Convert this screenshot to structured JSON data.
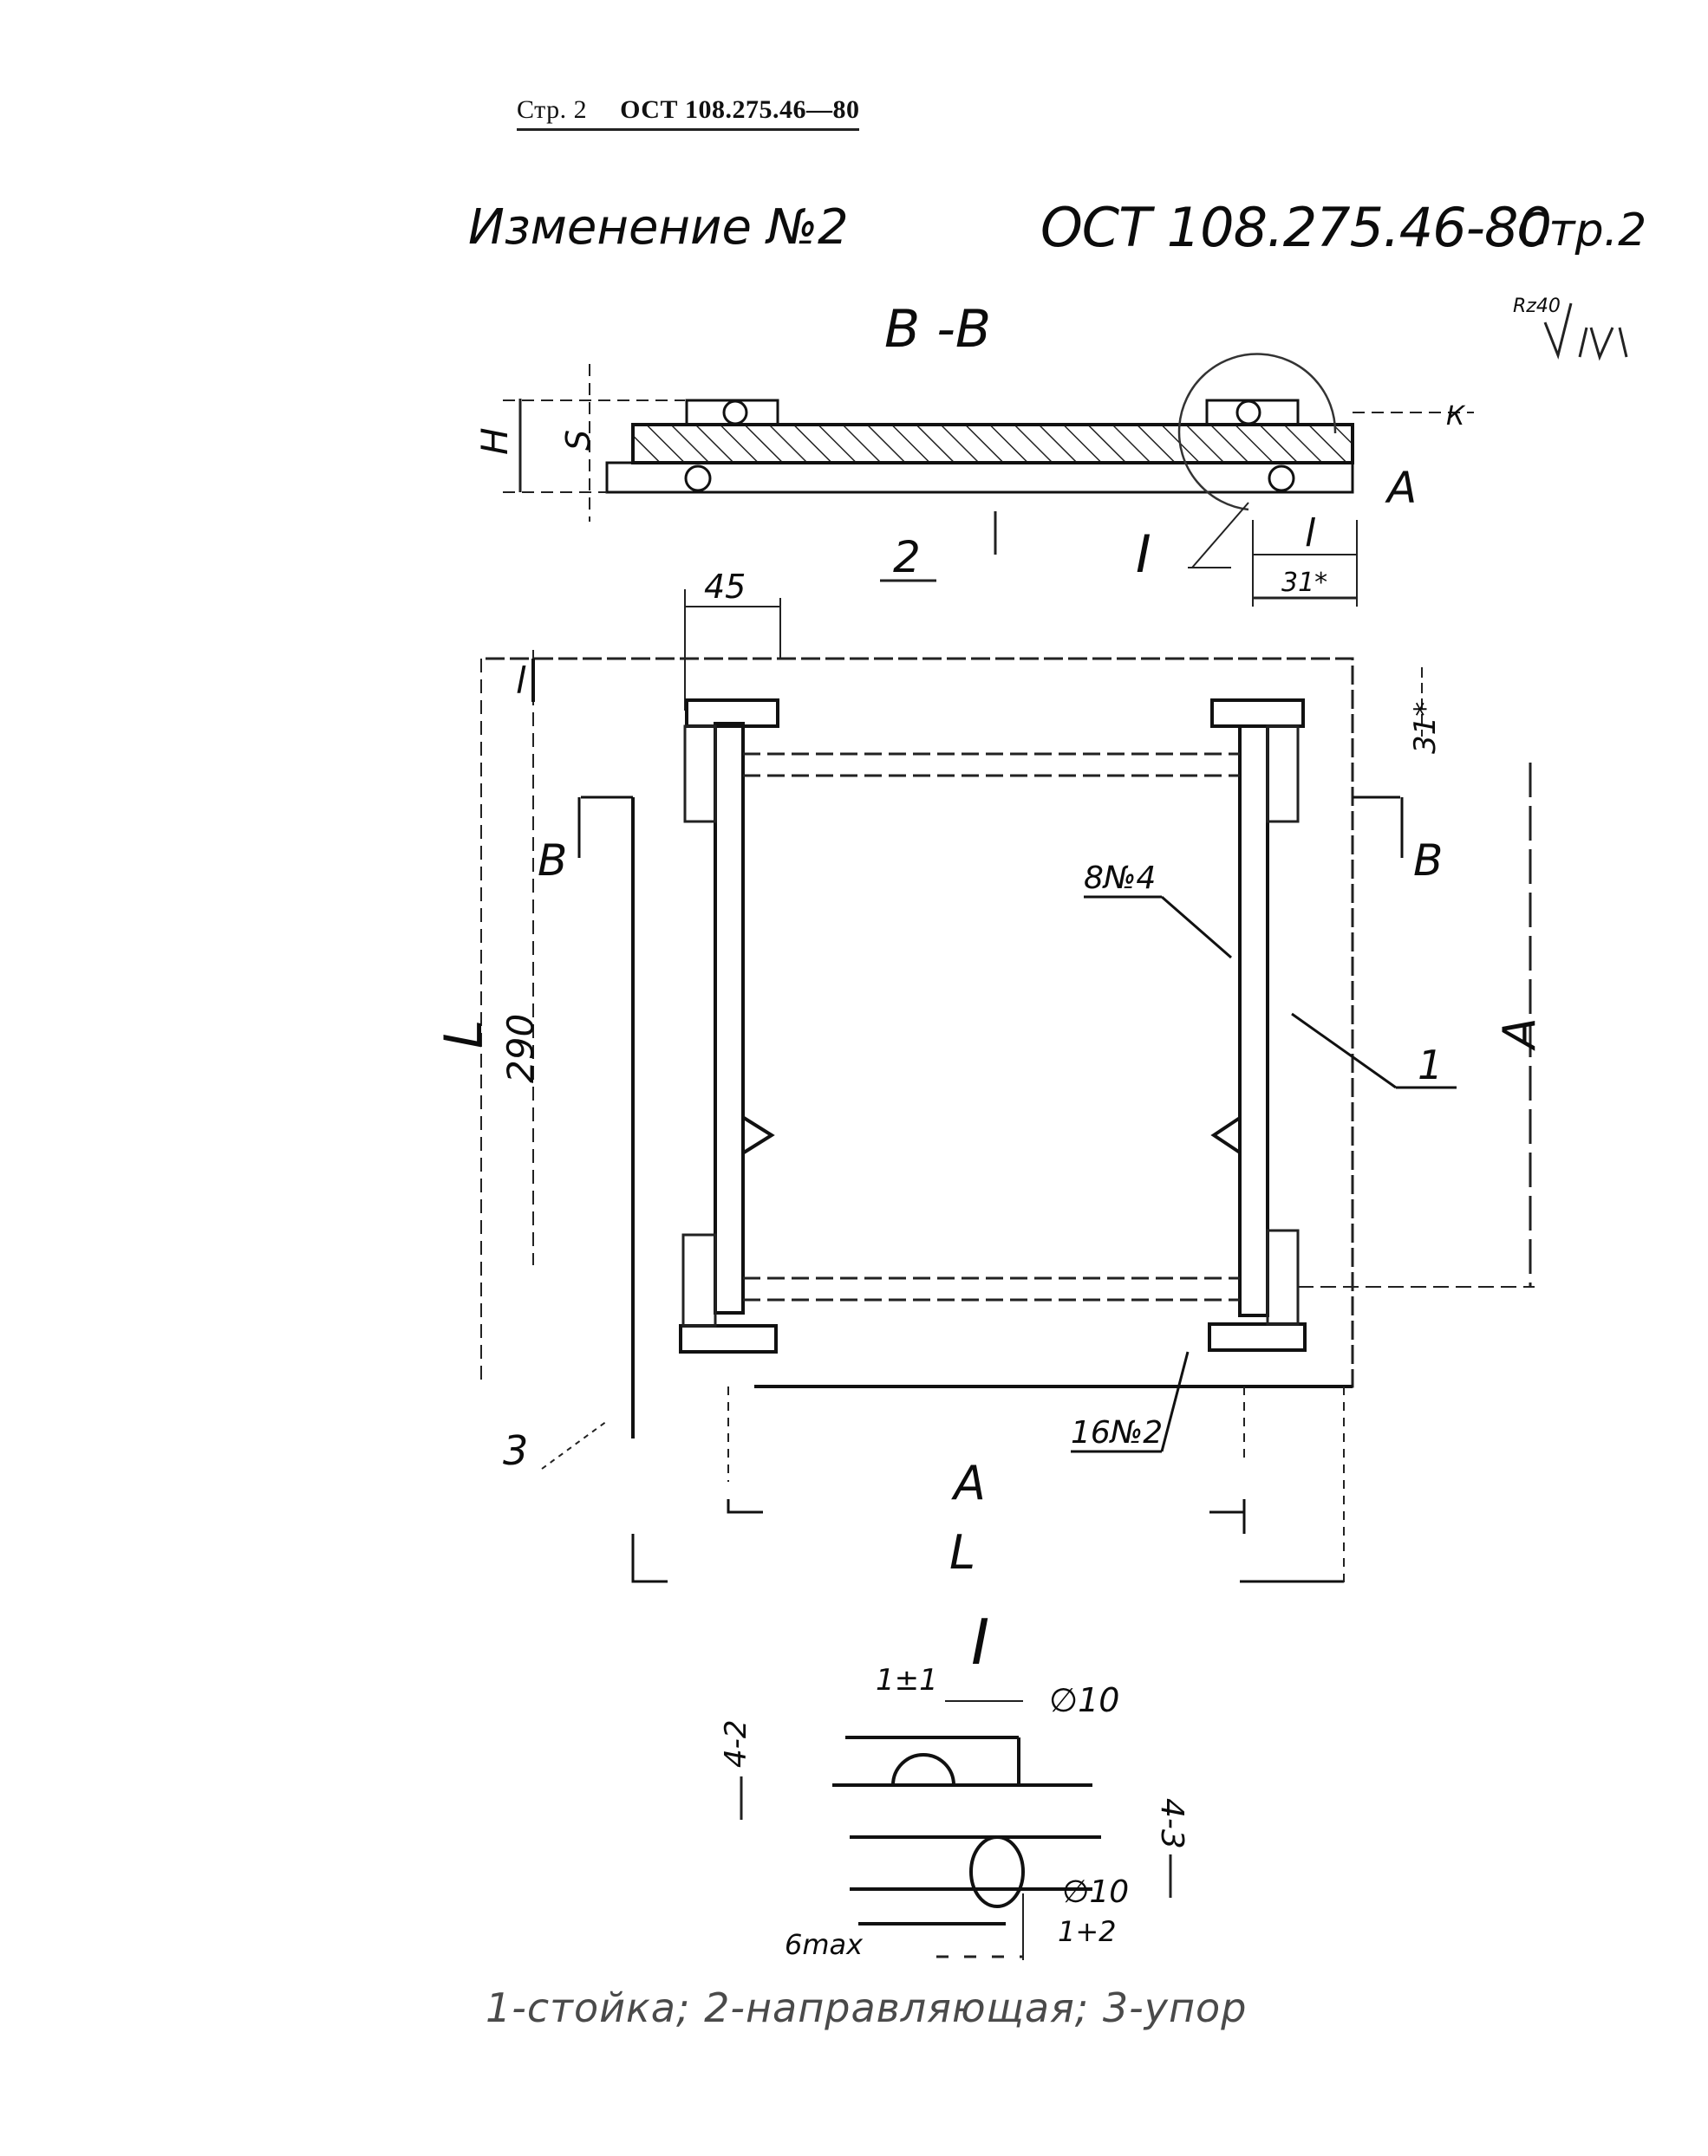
{
  "header": {
    "page": "Стр. 2",
    "standard": "ОСТ 108.275.46—80"
  },
  "change_note": {
    "title": "Изменение №2",
    "standard": "ОСТ 108.275.46-80",
    "page": "Стр.2"
  },
  "drawing": {
    "section_title": "В -В",
    "roughness": "Rz40",
    "labels": {
      "H": "H",
      "S": "S",
      "K": "К",
      "A": "А",
      "l": "l",
      "dim_31": "31*",
      "dim_45": "45",
      "dim_290": "290",
      "L": "L",
      "B": "В",
      "part_2": "2",
      "part_1": "1",
      "part_3": "3",
      "detail": "I",
      "weld_top": "8№4",
      "weld_bottom": "16№2"
    },
    "detail_view": {
      "title": "I",
      "dim_4_2": "4-2",
      "dim_1_1": "1±1",
      "dia_top": "∅10",
      "dia_bottom": "∅10",
      "dim_1_2": "1+2",
      "dim_4_3": "4-3",
      "dim_6max": "6max"
    }
  },
  "legend": "1-стойка; 2-направляющая; 3-упор"
}
